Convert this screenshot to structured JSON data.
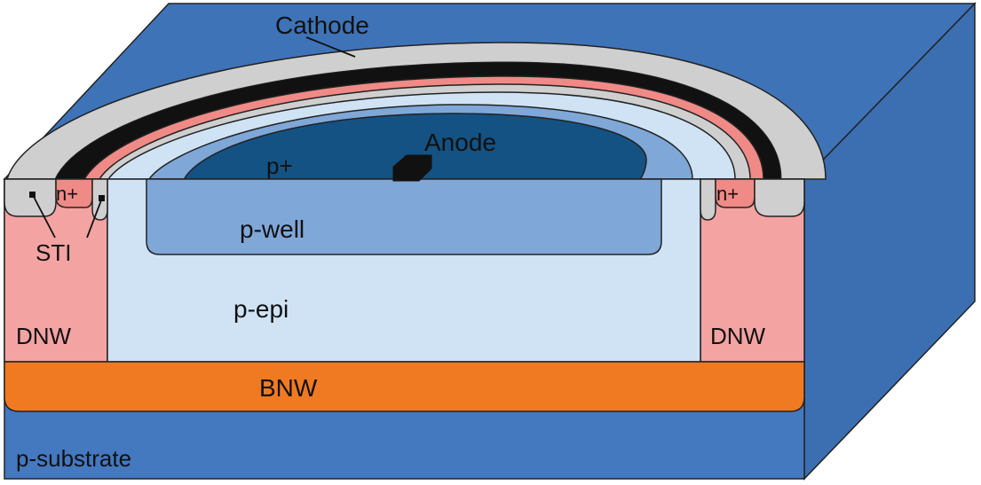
{
  "labels": {
    "cathode": "Cathode",
    "anode": "Anode",
    "p_plus": "p+",
    "n_plus_left": "n+",
    "n_plus_right": "n+",
    "sti": "STI",
    "p_well": "p-well",
    "p_epi": "p-epi",
    "dnw_left": "DNW",
    "dnw_right": "DNW",
    "bnw": "BNW",
    "p_substrate": "p-substrate"
  },
  "colors": {
    "substrate_top": "#3f73b8",
    "substrate_front": "#4478bf",
    "substrate_side": "#3b6fb2",
    "p_epi": "#cfe3f5",
    "p_well": "#7fa7d8",
    "p_plus": "#145283",
    "dnw": "#f4a3a3",
    "n_plus": "#f08a86",
    "sti": "#cfcfcf",
    "cathode_metal": "#111111",
    "bnw": "#f07a22",
    "outline": "#222222"
  }
}
